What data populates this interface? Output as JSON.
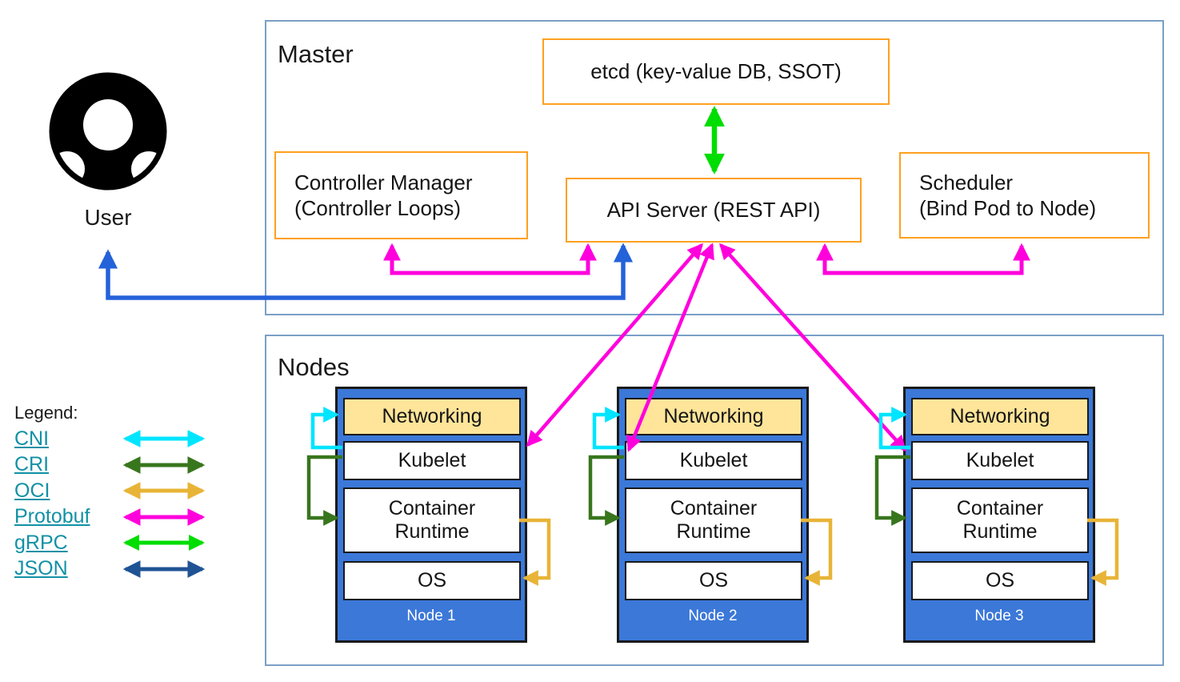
{
  "user": {
    "label": "User"
  },
  "master": {
    "title": "Master",
    "etcd_label": "etcd (key-value DB, SSOT)",
    "controller_manager_line1": "Controller Manager",
    "controller_manager_line2": "(Controller Loops)",
    "api_server_label": "API Server (REST API)",
    "scheduler_line1": "Scheduler",
    "scheduler_line2": "(Bind Pod to Node)"
  },
  "nodes_section": {
    "title": "Nodes",
    "nodes": [
      {
        "name": "Node 1",
        "networking": "Networking",
        "kubelet": "Kubelet",
        "container_runtime": "Container Runtime",
        "os": "OS"
      },
      {
        "name": "Node 2",
        "networking": "Networking",
        "kubelet": "Kubelet",
        "container_runtime": "Container Runtime",
        "os": "OS"
      },
      {
        "name": "Node 3",
        "networking": "Networking",
        "kubelet": "Kubelet",
        "container_runtime": "Container Runtime",
        "os": "OS"
      }
    ]
  },
  "legend": {
    "title": "Legend:",
    "items": [
      {
        "label": "CNI",
        "color": "#00e5ff"
      },
      {
        "label": "CRI",
        "color": "#38761d"
      },
      {
        "label": "OCI",
        "color": "#e8b437"
      },
      {
        "label": "Protobuf",
        "color": "#ff00dd"
      },
      {
        "label": "gRPC",
        "color": "#00dd00"
      },
      {
        "label": "JSON",
        "color": "#1f5394"
      }
    ]
  },
  "colors": {
    "user_json_arrow": "#2462d9",
    "section_border": "#7b9fc7",
    "component_border": "#ffa01f",
    "node_fill": "#3b78d8",
    "networking_fill": "#ffe599",
    "legend_link": "#1291a6",
    "user_icon": "#000000"
  }
}
